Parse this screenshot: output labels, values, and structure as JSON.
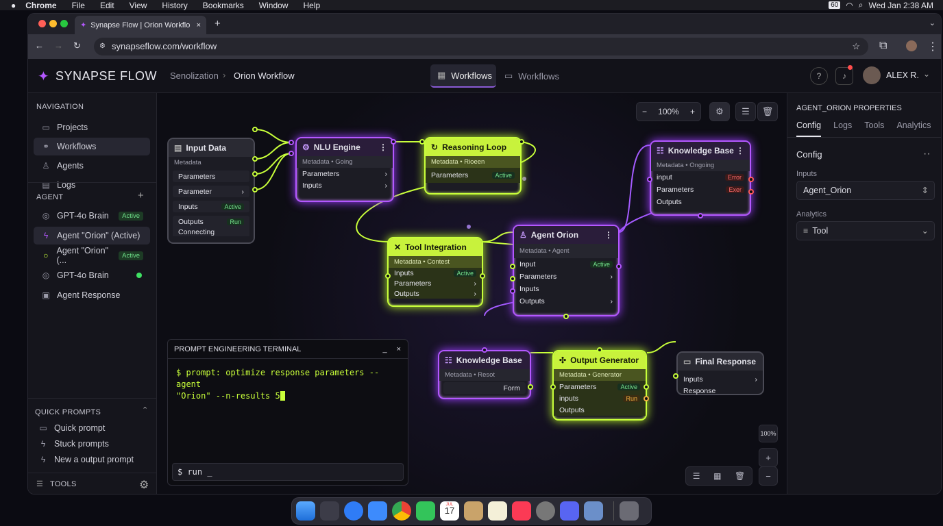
{
  "menubar": {
    "app": "Chrome",
    "items": [
      "File",
      "Edit",
      "View",
      "History",
      "Bookmarks",
      "Window",
      "Help"
    ],
    "clock": "Wed Jan  2:38 AM",
    "battery_badge": "60"
  },
  "browser": {
    "tab_title": "Synapse Flow | Orion Workflo",
    "url": "synapseflow.com/workflow"
  },
  "app": {
    "logo": "SYNAPSE FLOW",
    "breadcrumb": [
      "Senolization",
      "Orion Workflow"
    ],
    "tabs": [
      "Workflows",
      "Workflows"
    ],
    "user": "ALEX R."
  },
  "sidebar": {
    "nav_title": "NAVIGATION",
    "nav": [
      "Projects",
      "Workflows",
      "Agents",
      "Logs"
    ],
    "agent_title": "AGENT",
    "agents": [
      {
        "label": "GPT-4o Brain",
        "badge": "Active"
      },
      {
        "label": "Agent \"Orion\" (Active)",
        "badge": ""
      },
      {
        "label": "Agent \"Orion\" (...",
        "badge": "Active"
      },
      {
        "label": "GPT-4o Brain",
        "badge": ""
      },
      {
        "label": "Agent Response",
        "badge": ""
      }
    ],
    "quick_title": "QUICK PROMPTS",
    "quick": [
      "Quick prompt",
      "Stuck prompts",
      "New a output prompt"
    ],
    "tools": "TOOLS"
  },
  "toolbar": {
    "zoom": "100%",
    "zoom_small": "100%"
  },
  "nodes": {
    "input": {
      "title": "Input Data",
      "meta": "Metadata",
      "rows": [
        "Parameters",
        "Parameter",
        "Inputs",
        "Outputs",
        "Connecting"
      ],
      "tags": [
        "Active",
        "Run"
      ]
    },
    "nlu": {
      "title": "NLU Engine",
      "meta": "Metadata • Going",
      "rows": [
        "Parameters",
        "Inputs"
      ]
    },
    "reason": {
      "title": "Reasoning Loop",
      "meta": "Metadata • Rioeen",
      "rows": [
        "Parameters"
      ],
      "tag": "Active"
    },
    "kb1": {
      "title": "Knowledge Base",
      "meta": "Metadata • Ongoing",
      "rows": [
        "input",
        "Parameters",
        "Outputs"
      ],
      "tags": [
        "Error",
        "Exer"
      ]
    },
    "tool": {
      "title": "Tool Integration",
      "meta": "Metadata • Contest",
      "rows": [
        "Inputs",
        "Parameters",
        "Outputs"
      ],
      "tag": "Active"
    },
    "agent": {
      "title": "Agent Orion",
      "meta": "Metadata • Agent",
      "rows": [
        "Input",
        "Parameters",
        "Inputs",
        "Outputs"
      ],
      "tag": "Active"
    },
    "kb2": {
      "title": "Knowledge Base",
      "meta": "Metadata • Resot",
      "rows": [
        "Form"
      ]
    },
    "output": {
      "title": "Output Generator",
      "meta": "Metadata • Generator",
      "rows": [
        "Parameters",
        "inputs",
        "Outputs"
      ],
      "tags": [
        "Active",
        "Run"
      ]
    },
    "final": {
      "title": "Final Response",
      "rows": [
        "Inputs",
        "Response"
      ]
    }
  },
  "terminal": {
    "title": "PROMPT ENGINEERING TERMINAL",
    "line1": "$ prompt: optimize response parameters --agent",
    "line2": "\"Orion\" --n-results 5",
    "input": "$ run _"
  },
  "props": {
    "title": "AGENT_ORION PROPERTIES",
    "tabs": [
      "Config",
      "Logs",
      "Tools",
      "Analytics"
    ],
    "section": "Config",
    "inputs_label": "Inputs",
    "inputs_value": "Agent_Orion",
    "analytics_label": "Analytics",
    "analytics_value": "Tool"
  },
  "dock": {
    "calendar_month": "JUL",
    "calendar_day": "17"
  },
  "colors": {
    "purple": "#b458ff",
    "lime": "#c8ff3a",
    "green_badge": "#6fe08a"
  }
}
